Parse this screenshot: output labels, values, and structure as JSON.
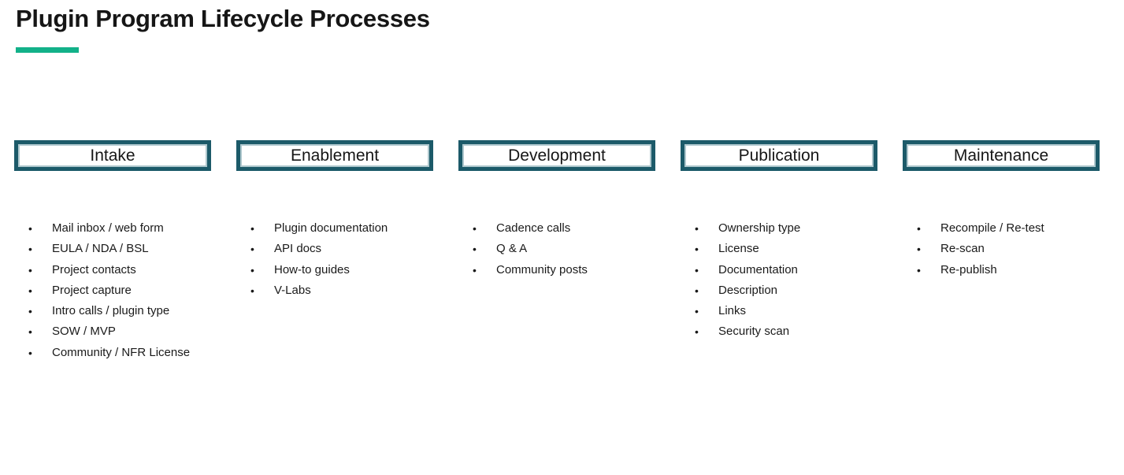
{
  "page": {
    "title": "Plugin Program Lifecycle Processes"
  },
  "colors": {
    "accent_green": "#12B189",
    "box_border_teal": "#1C5A69",
    "box_inner_line": "#aec7cd",
    "text": "#161616"
  },
  "columns": [
    {
      "header": "Intake",
      "items": [
        "Mail inbox / web form",
        "EULA / NDA / BSL",
        "Project contacts",
        "Project capture",
        "Intro calls / plugin type",
        "SOW / MVP",
        "Community / NFR License"
      ]
    },
    {
      "header": "Enablement",
      "items": [
        "Plugin documentation",
        "API docs",
        "How-to guides",
        "V-Labs"
      ]
    },
    {
      "header": "Development",
      "items": [
        "Cadence calls",
        "Q & A",
        "Community posts"
      ]
    },
    {
      "header": "Publication",
      "items": [
        "Ownership type",
        "License",
        "Documentation",
        "Description",
        "Links",
        "Security scan"
      ]
    },
    {
      "header": "Maintenance",
      "items": [
        "Recompile / Re-test",
        "Re-scan",
        "Re-publish"
      ]
    }
  ]
}
